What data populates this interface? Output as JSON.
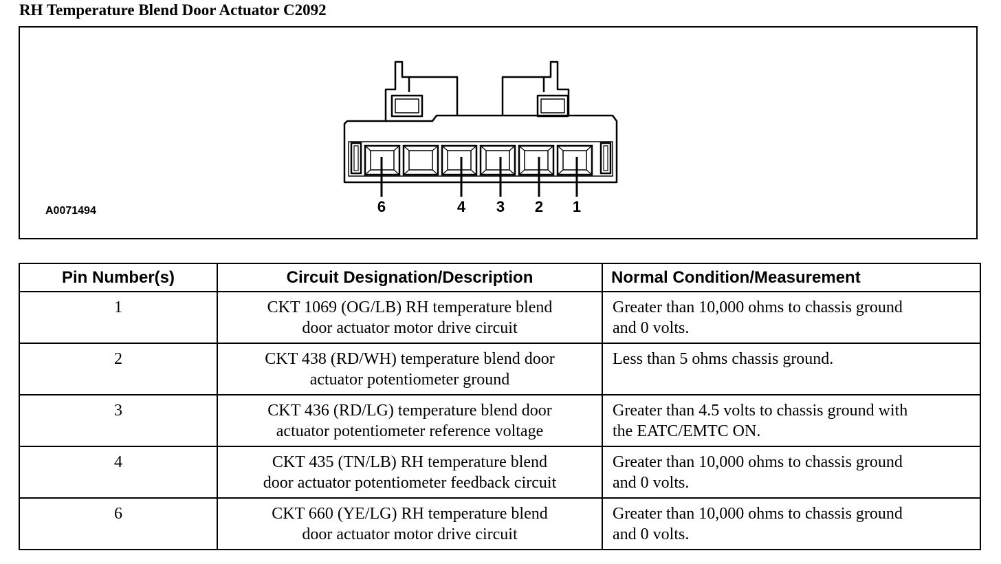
{
  "title": "RH Temperature Blend Door Actuator C2092",
  "figure": {
    "id": "A0071494",
    "pin_labels": [
      "6",
      "4",
      "3",
      "2",
      "1"
    ]
  },
  "table": {
    "headers": {
      "pin": "Pin Number(s)",
      "circuit": "Circuit Designation/Description",
      "normal": "Normal Condition/Measurement"
    },
    "rows": [
      {
        "pin": "1",
        "circuit_lines": [
          "CKT 1069 (OG/LB) RH temperature blend",
          "door actuator motor drive circuit"
        ],
        "normal_lines": [
          "Greater than 10,000 ohms to chassis ground",
          "and 0 volts."
        ]
      },
      {
        "pin": "2",
        "circuit_lines": [
          "CKT 438 (RD/WH) temperature blend door",
          "actuator potentiometer ground"
        ],
        "normal_lines": [
          "Less than 5 ohms chassis ground."
        ]
      },
      {
        "pin": "3",
        "circuit_lines": [
          "CKT 436 (RD/LG) temperature blend door",
          "actuator potentiometer reference voltage"
        ],
        "normal_lines": [
          "Greater than 4.5 volts to chassis ground with",
          "the EATC/EMTC ON."
        ]
      },
      {
        "pin": "4",
        "circuit_lines": [
          "CKT 435 (TN/LB) RH temperature blend",
          "door actuator potentiometer feedback circuit"
        ],
        "normal_lines": [
          "Greater than 10,000 ohms to chassis ground",
          "and 0 volts."
        ]
      },
      {
        "pin": "6",
        "circuit_lines": [
          "CKT 660 (YE/LG) RH temperature blend",
          "door actuator motor drive circuit"
        ],
        "normal_lines": [
          "Greater than 10,000 ohms to chassis ground",
          "and 0 volts."
        ]
      }
    ]
  }
}
